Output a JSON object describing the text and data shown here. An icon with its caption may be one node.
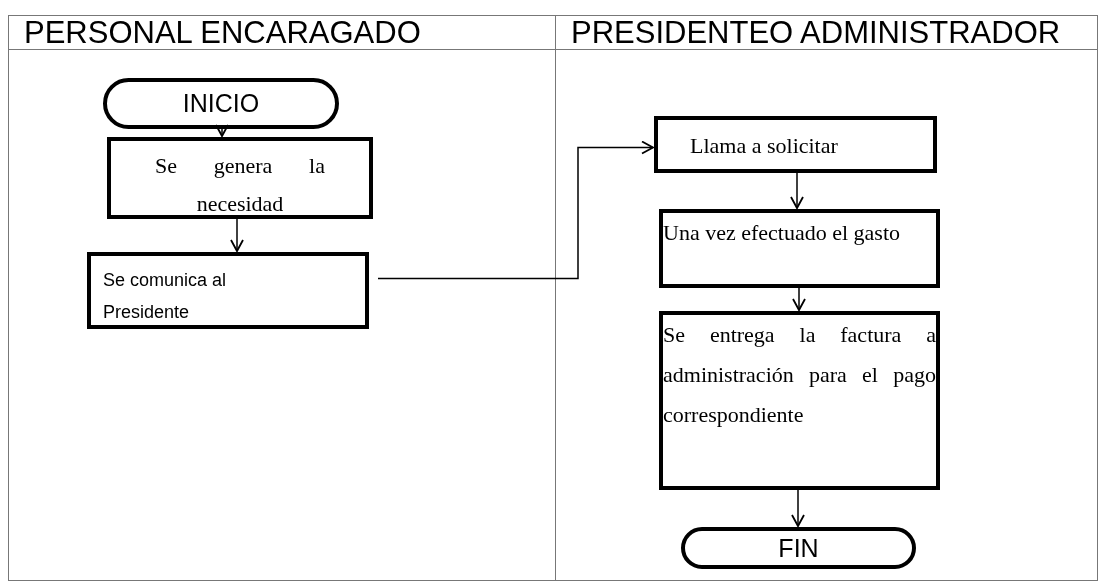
{
  "diagram": {
    "nodes": [
      {
        "text": [
          "PERSONAL ENCARAGADO"
        ]
      },
      {
        "text": [
          "PRESIDENTEO ADMINISTRADOR"
        ]
      },
      {
        "text": [
          "INICIO"
        ],
        "in": 0
      },
      {
        "text": [
          "Se genera la necesidad"
        ],
        "in": 0
      },
      {
        "text": [
          "Se comunica al Presidente"
        ],
        "in": 0
      },
      {
        "text": [
          "Llama a solicitar"
        ],
        "in": 1
      },
      {
        "text": [
          "Una vez efectuado el gasto"
        ],
        "in": 1
      },
      {
        "text": [
          "Se entrega la factura a administración para el pago correspondiente"
        ],
        "in": 1
      },
      {
        "text": [
          "FIN"
        ],
        "in": 1
      }
    ],
    "edges": [
      {
        "from": 2,
        "to": 3,
        "arrow": "to"
      },
      {
        "from": 3,
        "to": 4,
        "arrow": "to"
      },
      {
        "from": 4,
        "to": 5,
        "arrow": "to"
      },
      {
        "from": 5,
        "to": 6,
        "arrow": "to"
      },
      {
        "from": 6,
        "to": 7,
        "arrow": "to"
      },
      {
        "from": 7,
        "to": 8,
        "arrow": "to"
      }
    ]
  }
}
